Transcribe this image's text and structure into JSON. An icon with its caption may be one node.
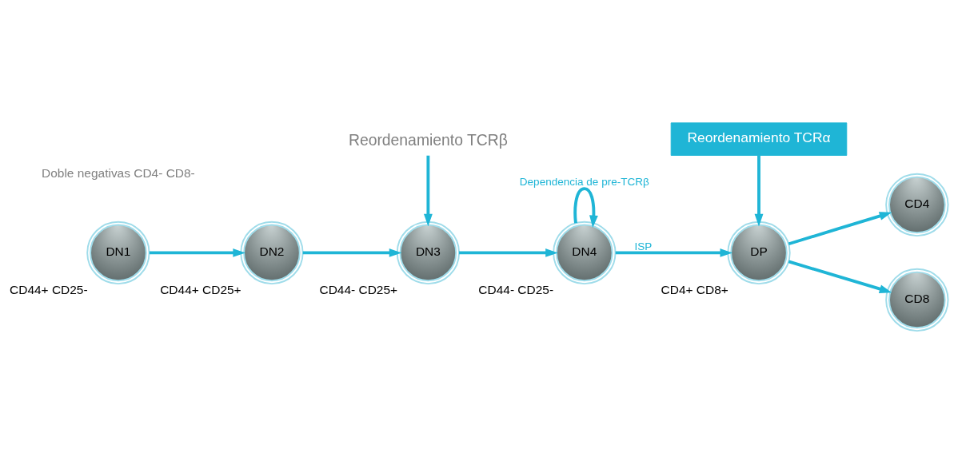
{
  "diagram": {
    "nodes": [
      {
        "text": [
          "Reordenamiento TCRβ"
        ]
      },
      {
        "text": [
          "Reordenamiento TCRα"
        ]
      },
      {
        "text": [
          "DN1"
        ],
        "beside": [
          "CD44+ CD25-"
        ]
      },
      {
        "text": [
          "DN2"
        ],
        "beside": [
          "CD44+ CD25+"
        ]
      },
      {
        "text": [
          "DN3"
        ],
        "beside": [
          "CD44- CD25+"
        ]
      },
      {
        "text": [
          "DN4"
        ],
        "beside": [
          "CD44- CD25-"
        ]
      },
      {
        "text": [
          "DP"
        ],
        "beside": [
          "CD4+ CD8+"
        ]
      },
      {
        "text": [
          "CD4"
        ]
      },
      {
        "text": [
          "CD8"
        ]
      }
    ],
    "edges": [
      {
        "from": 2,
        "to": 3,
        "arrow": "to"
      },
      {
        "from": 3,
        "to": 4,
        "arrow": "to"
      },
      {
        "from": 4,
        "to": 5,
        "arrow": "to"
      },
      {
        "from": 5,
        "to": 6,
        "arrow": "to",
        "label": "ISP"
      },
      {
        "from": 6,
        "to": 7,
        "arrow": "to"
      },
      {
        "from": 6,
        "to": 8,
        "arrow": "to"
      },
      {
        "from": 0,
        "to": 4,
        "arrow": "to"
      },
      {
        "from": 1,
        "to": 6,
        "arrow": "to"
      },
      {
        "from": 5,
        "to": 5,
        "arrow": "to",
        "label": "Dependencia de pre-TCRβ"
      }
    ],
    "labels": [
      "Doble negativas CD4- CD8-"
    ]
  }
}
